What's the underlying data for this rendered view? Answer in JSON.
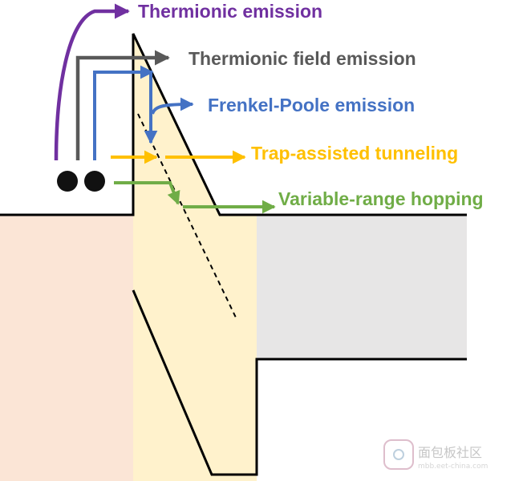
{
  "mechanisms": [
    {
      "id": "thermionic",
      "label": "Thermionic emission",
      "color": "#7030a0"
    },
    {
      "id": "thermionic-field",
      "label": "Thermionic field emission",
      "color": "#595959"
    },
    {
      "id": "frenkel-poole",
      "label": "Frenkel-Poole emission",
      "color": "#4472c4"
    },
    {
      "id": "trap-assisted",
      "label": "Trap-assisted tunneling",
      "color": "#ffc000"
    },
    {
      "id": "variable-range",
      "label": "Variable-range hopping",
      "color": "#70ad47"
    }
  ],
  "regions": {
    "left_electrode_color": "#fbe5d6",
    "insulator_color": "#fff2cc",
    "right_electrode_color": "#e7e6e6"
  },
  "watermark": {
    "text": "面包板社区",
    "url": "mbb.eet-china.com"
  }
}
